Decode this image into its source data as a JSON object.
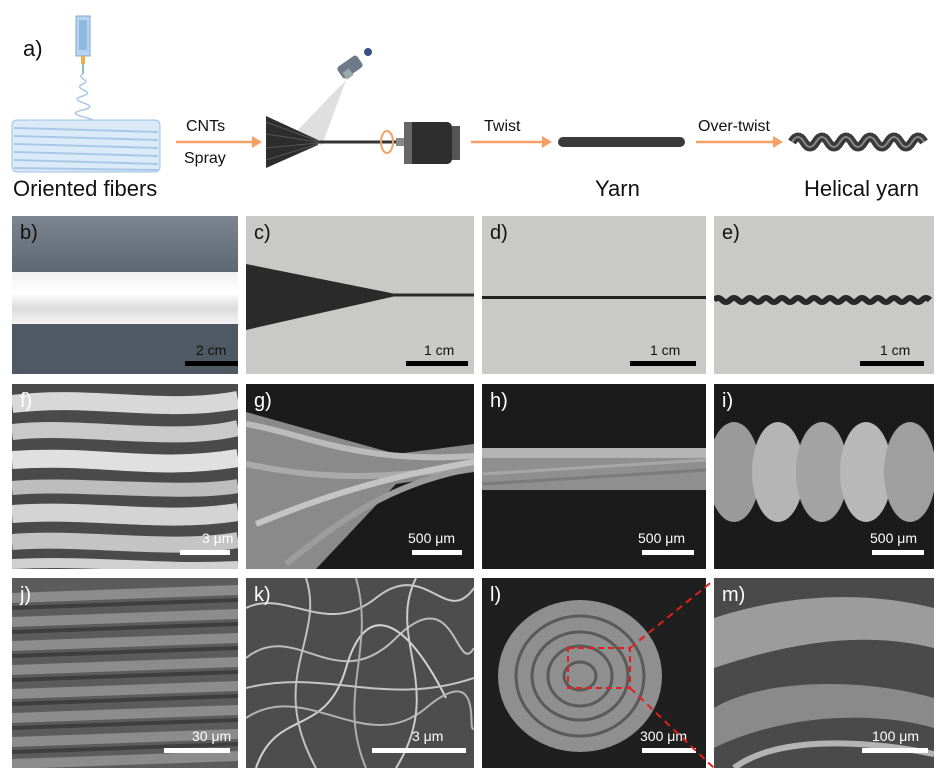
{
  "panel_a": {
    "label": "a)",
    "stage_oriented": "Oriented fibers",
    "arrow1_top": "CNTs",
    "arrow1_bottom": "Spray",
    "arrow2": "Twist",
    "stage_yarn": "Yarn",
    "arrow3": "Over-twist",
    "stage_helical": "Helical yarn"
  },
  "row1": [
    {
      "label": "b)",
      "scale": "2 cm"
    },
    {
      "label": "c)",
      "scale": "1 cm"
    },
    {
      "label": "d)",
      "scale": "1 cm"
    },
    {
      "label": "e)",
      "scale": "1 cm"
    }
  ],
  "row2": [
    {
      "label": "f)",
      "scale": "3 μm"
    },
    {
      "label": "g)",
      "scale": "500 μm"
    },
    {
      "label": "h)",
      "scale": "500 μm"
    },
    {
      "label": "i)",
      "scale": "500 μm"
    }
  ],
  "row3": [
    {
      "label": "j)",
      "scale": "30 μm"
    },
    {
      "label": "k)",
      "scale": "3 μm"
    },
    {
      "label": "l)",
      "scale": "300 μm"
    },
    {
      "label": "m)",
      "scale": "100 μm"
    }
  ],
  "colors": {
    "arrow": "#f2a066",
    "fiber_blue": "#a9c8e8",
    "zoom_box": "#e0201c"
  }
}
